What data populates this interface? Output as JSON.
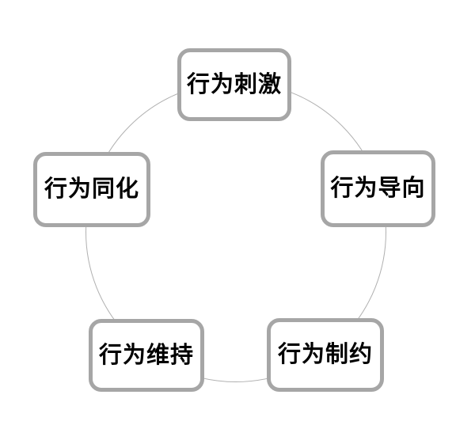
{
  "diagram": {
    "type": "cycle",
    "nodes": [
      {
        "id": "top",
        "position": "top",
        "label": "行为刺激"
      },
      {
        "id": "right",
        "position": "right",
        "label": "行为导向"
      },
      {
        "id": "bottom-right",
        "position": "bottom-right",
        "label": "行为制约"
      },
      {
        "id": "bottom-left",
        "position": "bottom-left",
        "label": "行为维持"
      },
      {
        "id": "left",
        "position": "left",
        "label": "行为同化"
      }
    ],
    "colors": {
      "background": "#ffffff",
      "box_border": "#a6a6a6",
      "circle_line": "#b0b0b0",
      "text": "#000000"
    }
  }
}
